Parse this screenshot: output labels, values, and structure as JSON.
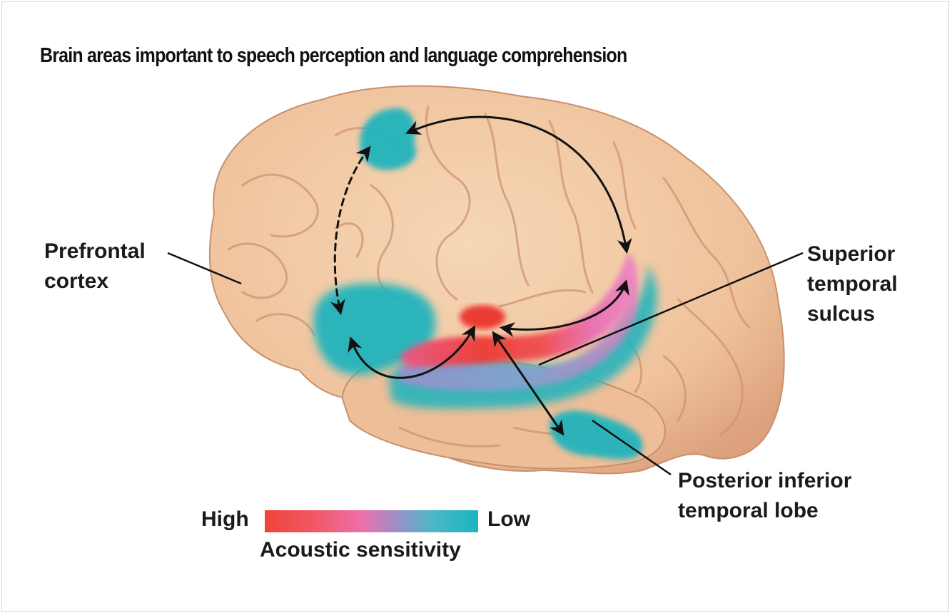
{
  "title": "Brain areas important to speech perception and language comprehension",
  "labels": {
    "prefrontal": [
      "Prefrontal",
      "cortex"
    ],
    "superior_temporal": [
      "Superior",
      "temporal",
      "sulcus"
    ],
    "posterior_inferior": [
      "Posterior inferior",
      "temporal lobe"
    ]
  },
  "legend": {
    "high": "High",
    "low": "Low",
    "caption": "Acoustic sensitivity",
    "colors": [
      "#f0423a",
      "#ee6fa8",
      "#9d8fc8",
      "#19b5c0"
    ]
  },
  "colors": {
    "brain": "#f0c6a0",
    "brain_shadow": "#d99c78",
    "gyrus_line": "#c98c68",
    "low_region": "#1fb3bd",
    "mid_region": "#ea6fb4",
    "high_region": "#ec3a34",
    "arrow": "#111111"
  }
}
